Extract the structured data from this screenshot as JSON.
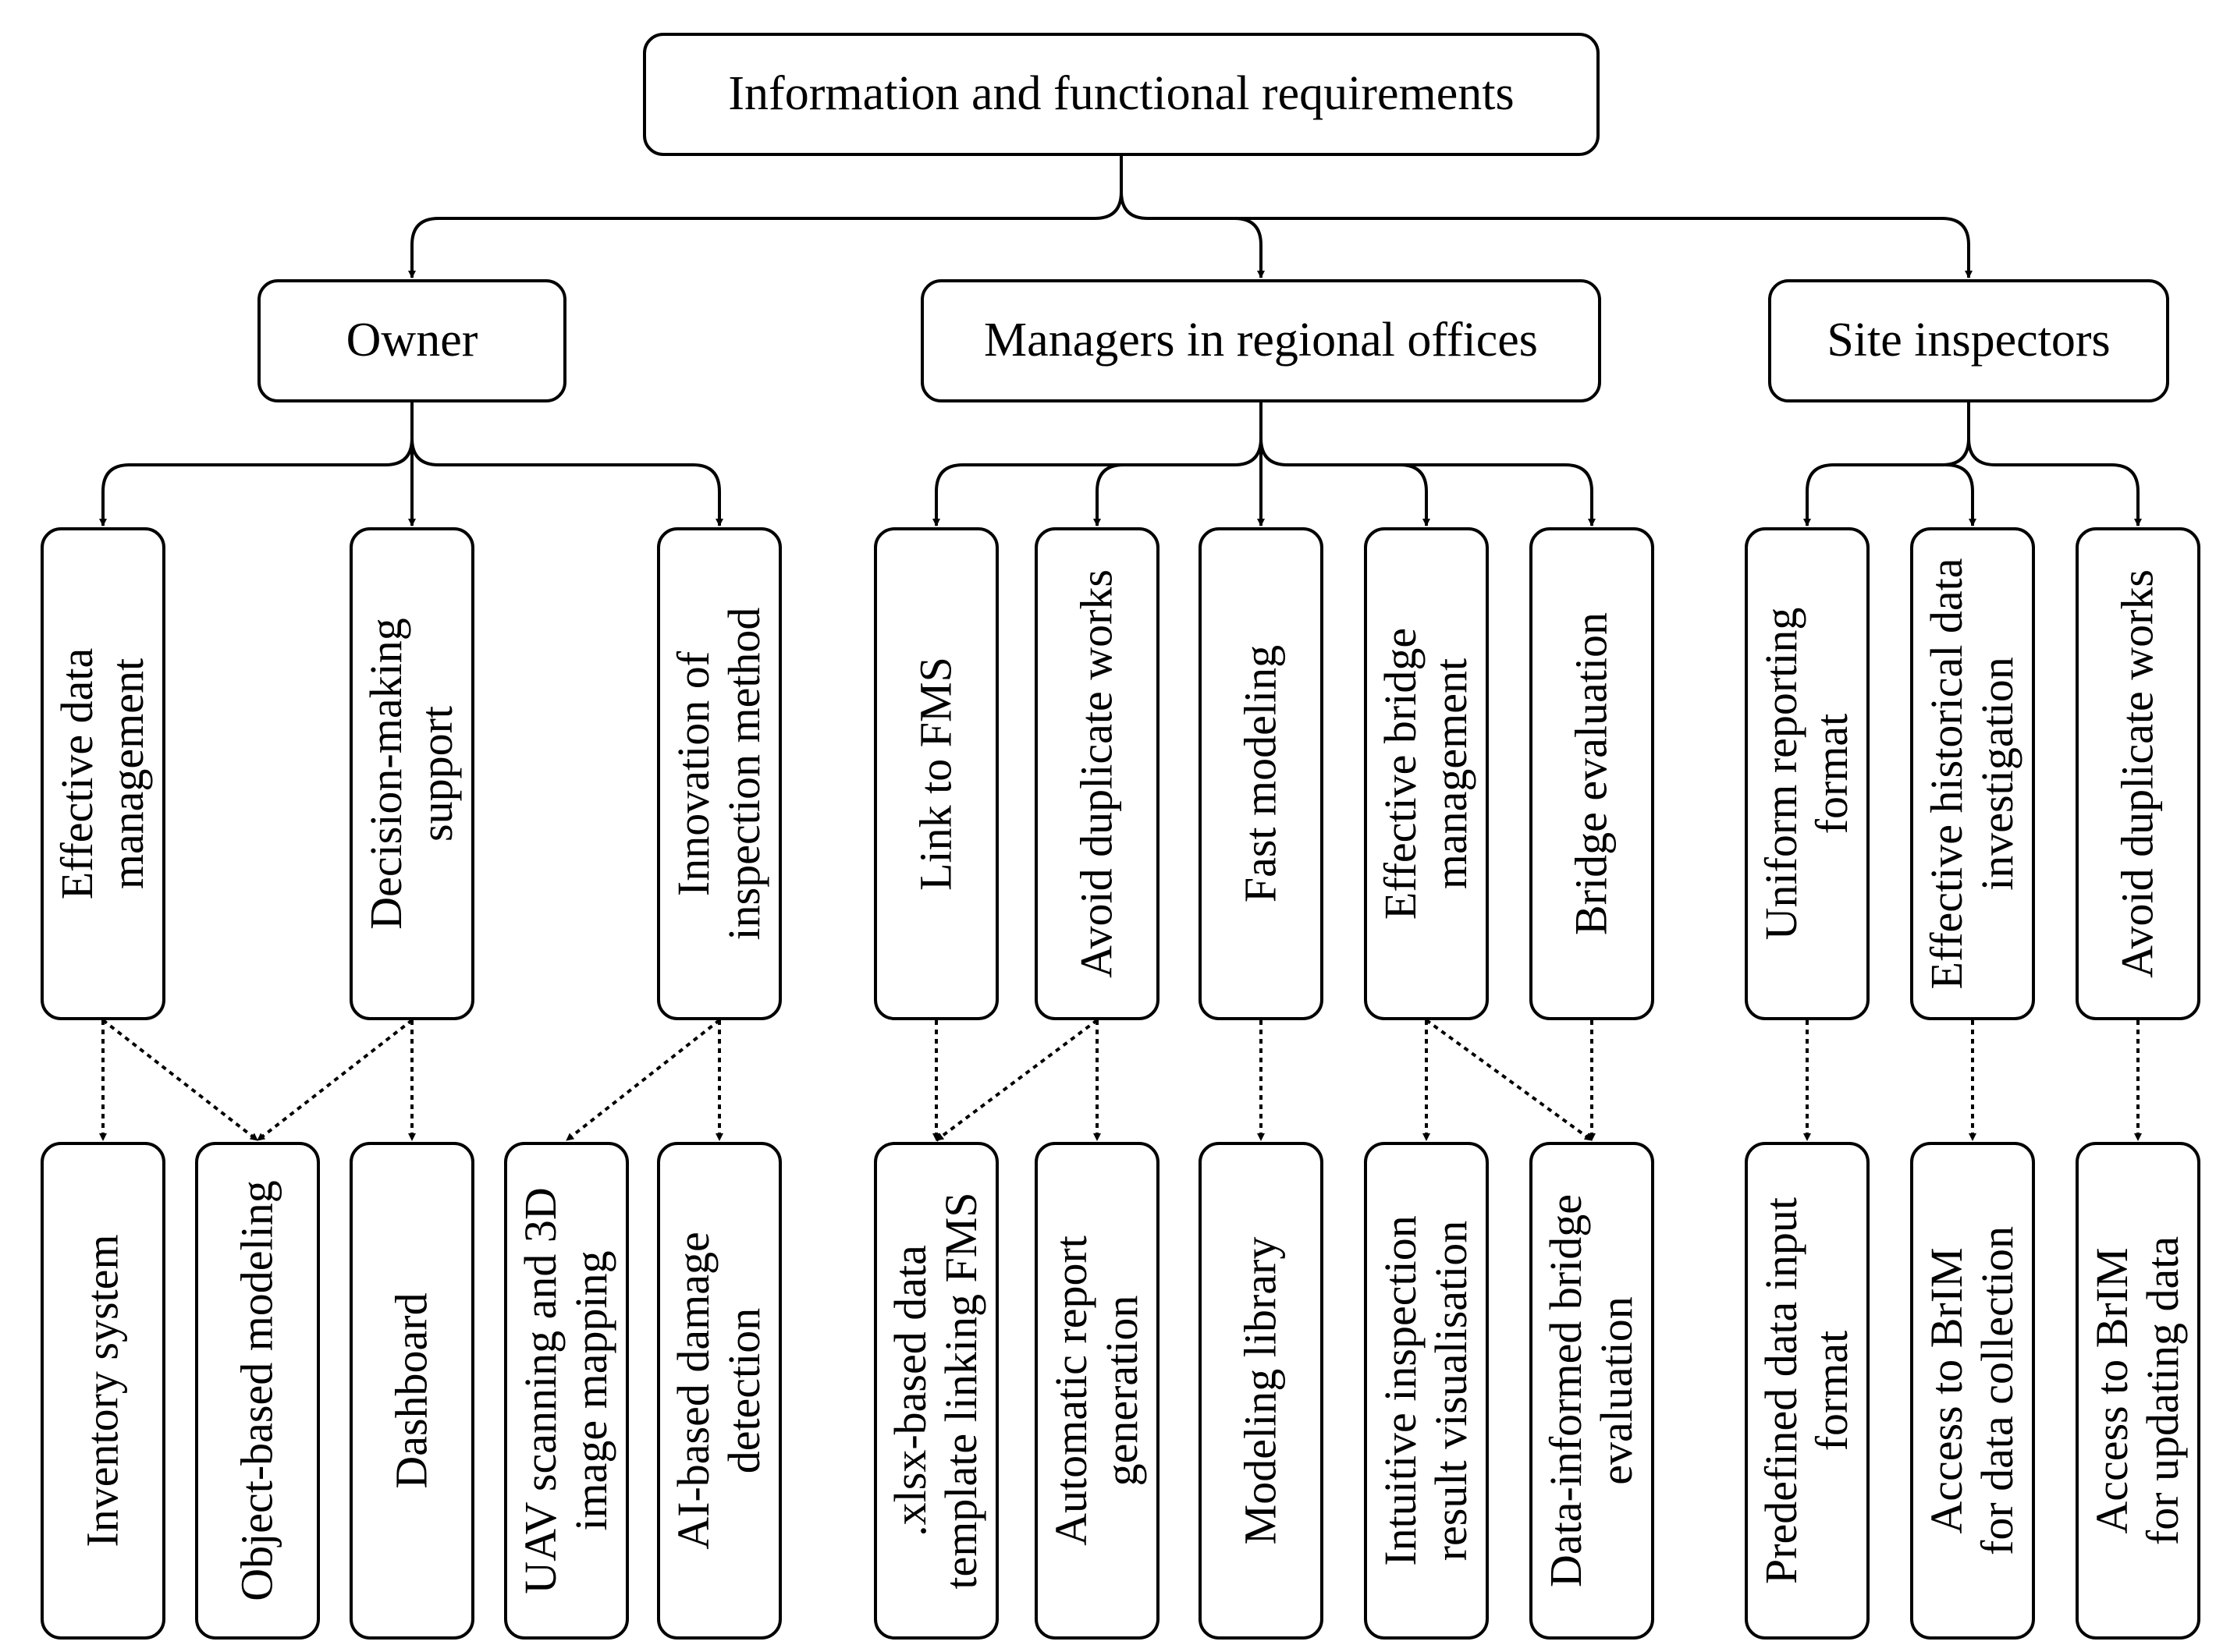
{
  "root": {
    "label": "Information and functional requirements"
  },
  "groups": [
    {
      "label": "Owner",
      "requirements": [
        {
          "lines": [
            "Effective data",
            "management"
          ]
        },
        {
          "lines": [
            "Decision-making",
            "support"
          ]
        },
        {
          "lines": [
            "Innovation of",
            "inspection method"
          ]
        }
      ]
    },
    {
      "label": "Managers in regional offices",
      "requirements": [
        {
          "lines": [
            "Link to FMS"
          ]
        },
        {
          "lines": [
            "Avoid duplicate works"
          ]
        },
        {
          "lines": [
            "Fast modeling"
          ]
        },
        {
          "lines": [
            "Effective bridge",
            "management"
          ]
        },
        {
          "lines": [
            "Bridge evaluation"
          ]
        }
      ]
    },
    {
      "label": "Site inspectors",
      "requirements": [
        {
          "lines": [
            "Uniform reporting",
            "format"
          ]
        },
        {
          "lines": [
            "Effective historical data",
            "investigation"
          ]
        },
        {
          "lines": [
            "Avoid duplicate works"
          ]
        }
      ]
    }
  ],
  "functions": [
    {
      "lines": [
        "Inventory system"
      ]
    },
    {
      "lines": [
        "Object-based modeling"
      ]
    },
    {
      "lines": [
        "Dashboard"
      ]
    },
    {
      "lines": [
        "UAV scanning and 3D",
        "image mapping"
      ]
    },
    {
      "lines": [
        "AI-based damage",
        "detection"
      ]
    },
    {
      "lines": [
        ".xlsx-based data",
        "template linking FMS"
      ]
    },
    {
      "lines": [
        "Automatic report",
        "generation"
      ]
    },
    {
      "lines": [
        "Modeling library"
      ]
    },
    {
      "lines": [
        "Intuitive inspection",
        "result visualisation"
      ]
    },
    {
      "lines": [
        "Data-informed bridge",
        "evaluation"
      ]
    },
    {
      "lines": [
        "Predefined data input",
        "format"
      ]
    },
    {
      "lines": [
        "Access to BrIM",
        "for data collection"
      ]
    },
    {
      "lines": [
        "Access to BrIM",
        "for updating data"
      ]
    }
  ],
  "style": {
    "line_color": "#000000",
    "box_border": "#000000",
    "background": "#ffffff"
  }
}
